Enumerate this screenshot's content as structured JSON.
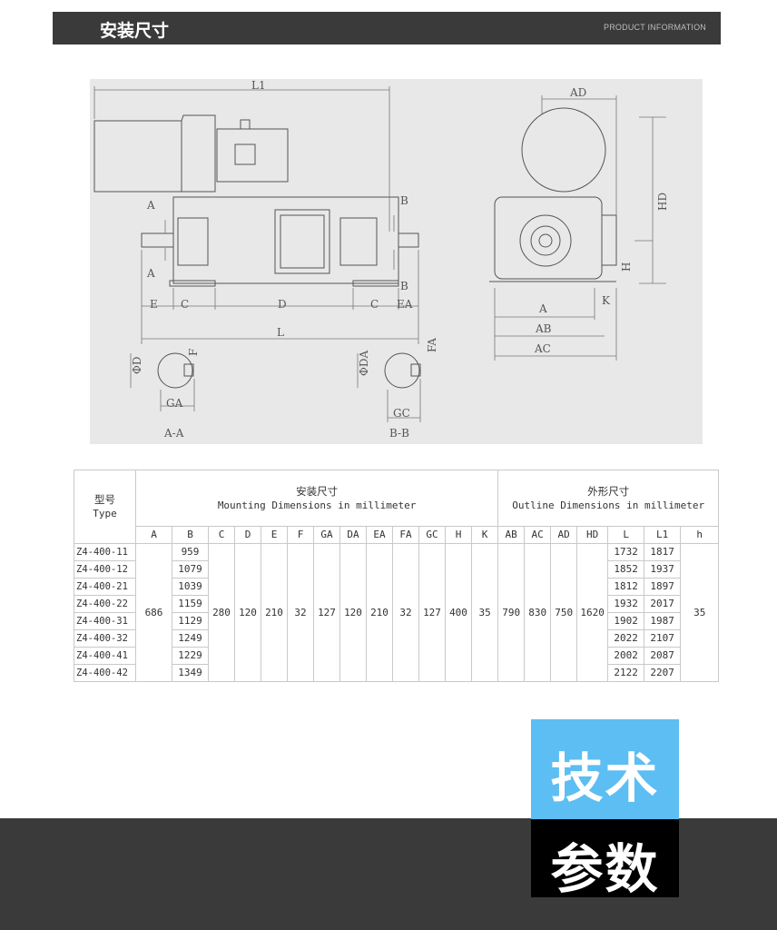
{
  "header": {
    "title": "安装尺寸",
    "subtitle": "PRODUCT INFORMATION"
  },
  "drawing": {
    "labels": {
      "L1": "L1",
      "A_top": "A",
      "A_bot": "A",
      "B_top": "B",
      "B_bot": "B",
      "E": "E",
      "C_left": "C",
      "D": "D",
      "C_right": "C",
      "EA": "EA",
      "L": "L",
      "AD": "AD",
      "HD": "HD",
      "H": "H",
      "A_end": "A",
      "K": "K",
      "AB": "AB",
      "AC": "AC",
      "phiD": "ΦD",
      "F": "F",
      "GA": "GA",
      "section_aa": "A-A",
      "phiDA": "ΦDA",
      "FA": "FA",
      "GC": "GC",
      "section_bb": "B-B"
    }
  },
  "table": {
    "model_header_cn": "型号",
    "model_header_en": "Type",
    "mounting_cn": "安装尺寸",
    "mounting_en": "Mounting Dimensions in millimeter",
    "outline_cn": "外形尺寸",
    "outline_en": "Outline Dimensions in millimeter",
    "columns": [
      "A",
      "B",
      "C",
      "D",
      "E",
      "F",
      "GA",
      "DA",
      "EA",
      "FA",
      "GC",
      "H",
      "K",
      "AB",
      "AC",
      "AD",
      "HD",
      "L",
      "L1",
      "h"
    ],
    "models": [
      "Z4-400-11",
      "Z4-400-12",
      "Z4-400-21",
      "Z4-400-22",
      "Z4-400-31",
      "Z4-400-32",
      "Z4-400-41",
      "Z4-400-42"
    ],
    "B": [
      "959",
      "1079",
      "1039",
      "1159",
      "1129",
      "1249",
      "1229",
      "1349"
    ],
    "L": [
      "1732",
      "1852",
      "1812",
      "1932",
      "1902",
      "2022",
      "2002",
      "2122"
    ],
    "L1": [
      "1817",
      "1937",
      "1897",
      "2017",
      "1987",
      "2107",
      "2087",
      "2207"
    ],
    "shared": {
      "A": "686",
      "C": "280",
      "D": "120",
      "E": "210",
      "F": "32",
      "GA": "127",
      "DA": "120",
      "EA": "210",
      "FA": "32",
      "GC": "127",
      "H": "400",
      "K": "35",
      "AB": "790",
      "AC": "830",
      "AD": "750",
      "HD": "1620",
      "h": "35"
    }
  },
  "badge": {
    "line1": "技术",
    "line2": "参数"
  }
}
